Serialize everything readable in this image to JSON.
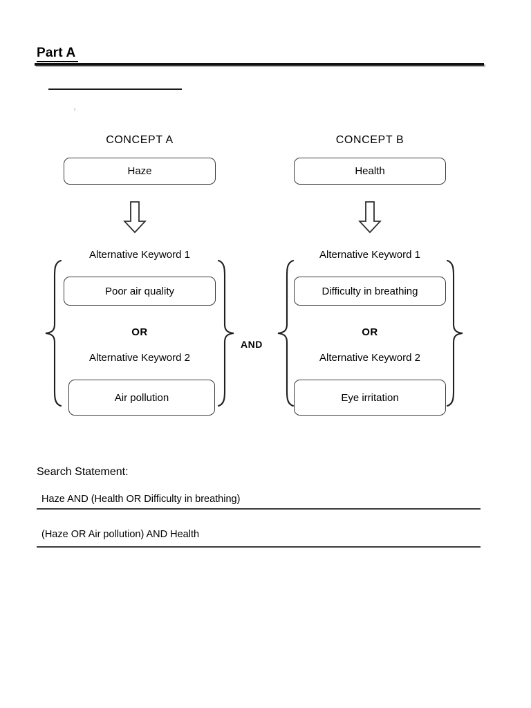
{
  "document": {
    "part_title": "Part A",
    "concepts": [
      {
        "id": "a",
        "heading": "CONCEPT A",
        "main_term": "Haze",
        "arrow_icon": "down-arrow-icon",
        "alt_label_1": "Alternative Keyword 1",
        "alt_term_1": "Poor air quality",
        "operator": "OR",
        "alt_label_2": "Alternative Keyword 2",
        "alt_term_2": "Air pollution"
      },
      {
        "id": "b",
        "heading": "CONCEPT B",
        "main_term": "Health",
        "arrow_icon": "down-arrow-icon",
        "alt_label_1": "Alternative Keyword 1",
        "alt_term_1": "Difficulty in breathing",
        "operator": "OR",
        "alt_label_2": "Alternative Keyword 2",
        "alt_term_2": "Eye irritation"
      }
    ],
    "join_operator": "AND",
    "search_statement": {
      "label": "Search Statement:",
      "lines": [
        "Haze AND (Health OR Difficulty in breathing)",
        "(Haze OR Air pollution) AND Health"
      ]
    },
    "colors": {
      "ink": "#000000",
      "box_border": "#3a3a3a",
      "rule": "#111111",
      "page_background": "#ffffff"
    }
  }
}
